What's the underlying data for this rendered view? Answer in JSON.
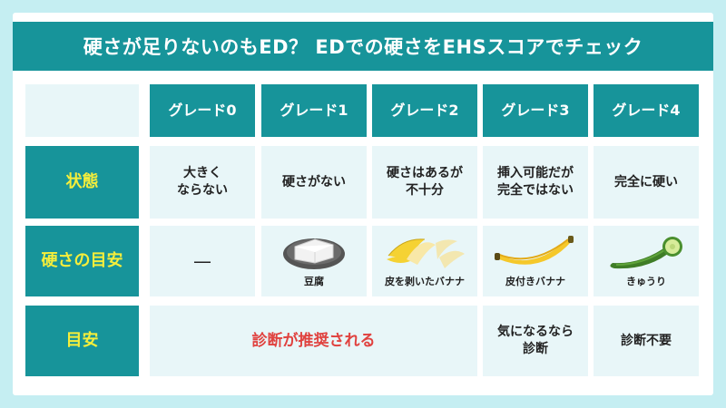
{
  "title": "硬さが足りないのもED？ EDでの硬さをEHSスコアでチェック",
  "grades": [
    "グレード0",
    "グレード1",
    "グレード2",
    "グレード3",
    "グレード4"
  ],
  "rows": {
    "state": {
      "label": "状態",
      "cells": [
        "大きく\nならない",
        "硬さがない",
        "硬さはあるが\n不十分",
        "挿入可能だが\n完全ではない",
        "完全に硬い"
      ]
    },
    "guide": {
      "label": "硬さの目安",
      "cells": [
        "—",
        "豆腐",
        "皮を剥いたバナナ",
        "皮付きバナナ",
        "きゅうり"
      ]
    },
    "measure": {
      "label": "目安",
      "recommend": "診断が推奨される",
      "grade3": "気になるなら\n診断",
      "grade4": "診断不要"
    }
  },
  "colors": {
    "header": "#17949a",
    "row_label_text": "#f5ee3b",
    "recommend_text": "#e0423f",
    "cell_bg": "#e8f6f8",
    "page_bg": "#c5eef2"
  }
}
